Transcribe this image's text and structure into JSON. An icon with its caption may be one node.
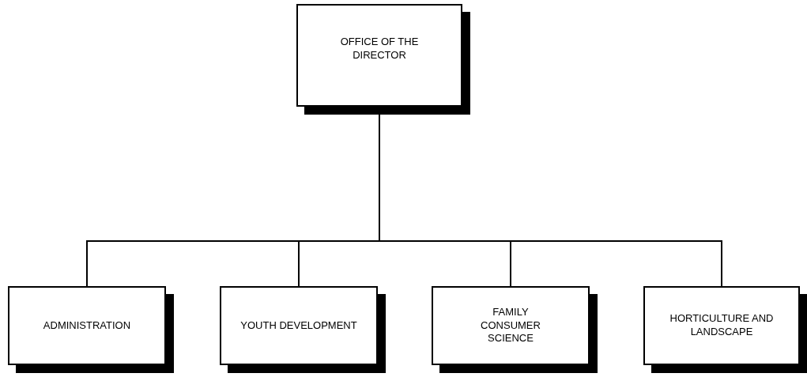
{
  "diagram": {
    "nodes": [
      {
        "text": [
          "OFFICE OF THE DIRECTOR"
        ]
      },
      {
        "text": [
          "ADMINISTRATION"
        ]
      },
      {
        "text": [
          "YOUTH DEVELOPMENT"
        ]
      },
      {
        "text": [
          "FAMILY CONSUMER SCIENCE"
        ]
      },
      {
        "text": [
          "HORTICULTURE AND LANDSCAPE"
        ]
      }
    ],
    "edges": [
      {
        "from": 0,
        "to": 1,
        "arrow": "none"
      },
      {
        "from": 0,
        "to": 2,
        "arrow": "none"
      },
      {
        "from": 0,
        "to": 3,
        "arrow": "none"
      },
      {
        "from": 0,
        "to": 4,
        "arrow": "none"
      }
    ]
  }
}
